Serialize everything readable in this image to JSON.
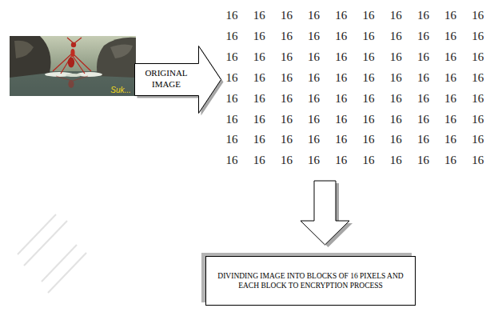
{
  "diagram": {
    "nodes": [
      {
        "text": [
          "ORIGINAL IMAGE"
        ]
      },
      {
        "text": [
          "DIVINDING IMAGE INTO BLOCKS OF 16 PIXELS AND EACH BLOCK TO ENCRYPTION PROCESS"
        ]
      }
    ],
    "labels": [
      "16",
      "16",
      "16",
      "16",
      "16",
      "16",
      "16",
      "16",
      "16",
      "16",
      "16",
      "16",
      "16",
      "16",
      "16",
      "16",
      "16",
      "16",
      "16",
      "16",
      "16",
      "16",
      "16",
      "16",
      "16",
      "16",
      "16",
      "16",
      "16",
      "16",
      "16",
      "16",
      "16",
      "16",
      "16",
      "16",
      "16",
      "16",
      "16",
      "16",
      "16",
      "16",
      "16",
      "16",
      "16",
      "16",
      "16",
      "16",
      "16",
      "16",
      "16",
      "16",
      "16",
      "16",
      "16",
      "16",
      "16",
      "16",
      "16",
      "16",
      "16",
      "16",
      "16",
      "16",
      "16",
      "16",
      "16",
      "16",
      "16",
      "16",
      "16",
      "16",
      "16",
      "16",
      "16",
      "16",
      "16",
      "16",
      "16",
      "16",
      "Suk..."
    ]
  }
}
